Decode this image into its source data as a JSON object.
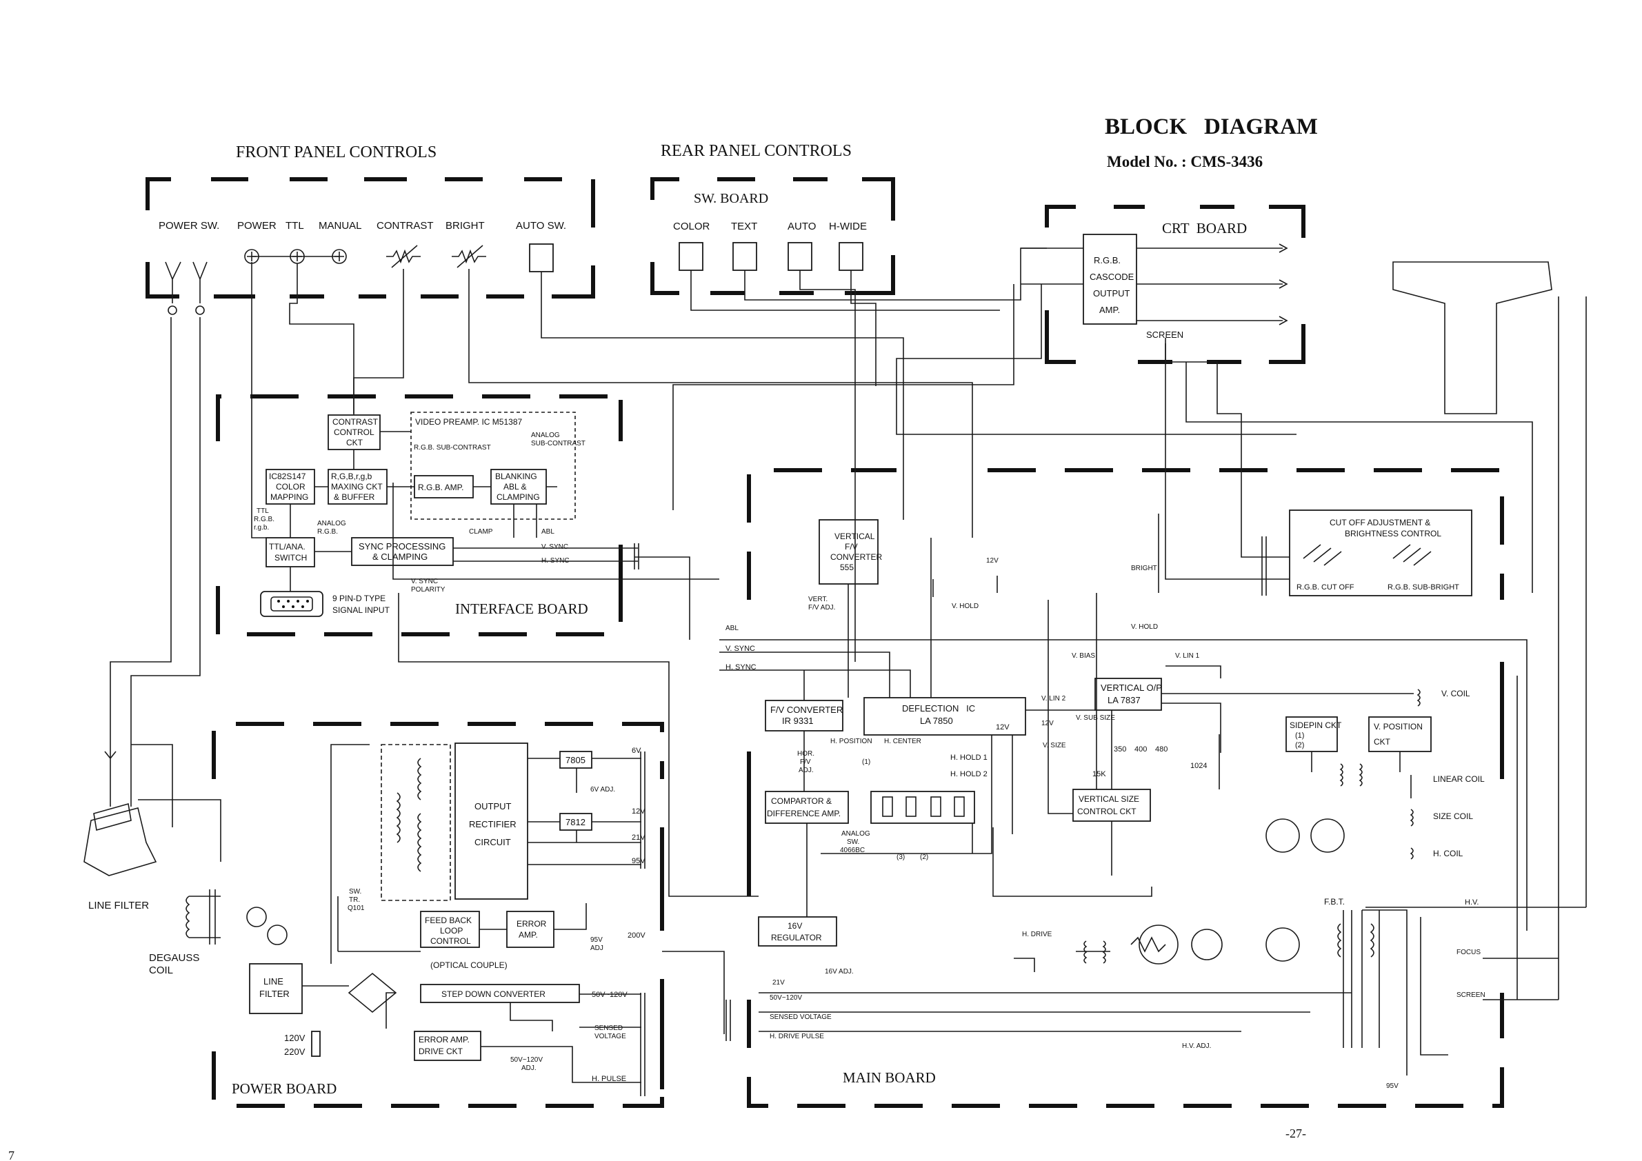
{
  "header": {
    "title": "BLOCK   DIAGRAM",
    "model": "Model No. : CMS-3436",
    "page_number": "-27-",
    "corner_mark": "7"
  },
  "front_panel": {
    "title": "FRONT PANEL CONTROLS",
    "labels": [
      "POWER SW.",
      "POWER",
      "TTL",
      "MANUAL",
      "CONTRAST",
      "BRIGHT",
      "AUTO SW."
    ]
  },
  "rear_panel": {
    "title": "REAR PANEL CONTROLS",
    "board": "SW. BOARD",
    "labels": [
      "COLOR",
      "TEXT",
      "AUTO",
      "H-WIDE"
    ]
  },
  "crt_board": {
    "title": "CRT  BOARD",
    "amp": [
      "R.G.B.",
      "CASCODE",
      "OUTPUT",
      "AMP."
    ],
    "screen": "SCREEN"
  },
  "interface_board": {
    "title": "INTERFACE BOARD",
    "contrast_ckt": [
      "CONTRAST",
      "CONTROL",
      "CKT"
    ],
    "preamp": "VIDEO PREAMP. IC M51387",
    "analog_sub": [
      "ANALOG",
      "SUB-CONTRAST"
    ],
    "rgb_sub": "R.G.B. SUB-CONTRAST",
    "color_map": [
      "IC82S147",
      "COLOR",
      "MAPPING"
    ],
    "maxing": [
      "R,G,B,r,g,b",
      "MAXING CKT",
      "& BUFFER"
    ],
    "rgb_amp": "R.G.B. AMP.",
    "blanking": [
      "BLANKING",
      "ABL &",
      "CLAMPING"
    ],
    "ttl_rgb": [
      "TTL",
      "R.G.B.",
      "r.g.b."
    ],
    "analog_rgb": [
      "ANALOG",
      "R.G.B."
    ],
    "clamp": "CLAMP",
    "abl": "ABL",
    "ttl_switch": [
      "TTL/ANA.",
      "SWITCH"
    ],
    "sync_proc": [
      "SYNC PROCESSING",
      "& CLAMPING"
    ],
    "v_sync": "V. SYNC",
    "h_sync": "H. SYNC",
    "v_sync_pol": [
      "V. SYNC",
      "POLARITY"
    ],
    "signal_input": [
      "9 PIN-D TYPE",
      "SIGNAL INPUT"
    ]
  },
  "power_board": {
    "title": "POWER BOARD",
    "line_filter_label": "LINE FILTER",
    "degauss": [
      "DEGAUSS",
      "COIL"
    ],
    "line_filter_box": [
      "LINE",
      "FILTER"
    ],
    "v120": "120V",
    "v220": "220V",
    "rectifier": [
      "OUTPUT",
      "RECTIFIER",
      "CIRCUIT"
    ],
    "reg7805": "7805",
    "reg7812": "7812",
    "v6": "6V",
    "v6adj": "6V ADJ.",
    "v12": "12V",
    "v21": "21V",
    "v95": "95V",
    "v200": "200V",
    "v95adj": [
      "95V",
      "ADJ"
    ],
    "sw_tr": [
      "SW.",
      "TR.",
      "Q101"
    ],
    "feedback": [
      "FEED BACK",
      "LOOP",
      "CONTROL"
    ],
    "error_amp": [
      "ERROR",
      "AMP."
    ],
    "optical": "(OPTICAL COUPLE)",
    "step_down": "STEP DOWN CONVERTER",
    "v50_120": "50V~120V",
    "sensed": [
      "SENSED",
      "VOLTAGE"
    ],
    "error_drive": [
      "ERROR AMP.",
      "DRIVE CKT"
    ],
    "v50_120_adj": [
      "50V~120V",
      "ADJ."
    ],
    "h_pulse": "H. PULSE"
  },
  "main_board": {
    "title": "MAIN BOARD",
    "vert_fv": [
      "VERTICAL",
      "F/V",
      "CONVERTER",
      "555"
    ],
    "vert_fv_adj": [
      "VERT.",
      "F/V ADJ."
    ],
    "v12": "12V",
    "v_hold": "V. HOLD",
    "v_hold_bus": "V. HOLD",
    "abl": "ABL",
    "v_sync": "V. SYNC",
    "h_sync": "H. SYNC",
    "bright": "BRIGHT",
    "cutoff": [
      "CUT OFF ADJUSTMENT &",
      "BRIGHTNESS CONTROL"
    ],
    "cutoff_labels": [
      "R.G.B. CUT OFF",
      "R.G.B. SUB-BRIGHT"
    ],
    "fv_conv": [
      "F/V CONVERTER",
      "IR 9331"
    ],
    "deflection": [
      "DEFLECTION   IC",
      "LA 7850"
    ],
    "defl_12v": "12V",
    "h_position": "H. POSITION",
    "h_center": "H. CENTER",
    "hor_fv": [
      "HOR.",
      "F/V",
      "ADJ."
    ],
    "h_hold1": "H. HOLD 1",
    "h_hold2": "H. HOLD 2",
    "p1": "(1)",
    "p2": "(2)",
    "p3": "(3)",
    "comparator": [
      "COMPARTOR &",
      "DIFFERENCE AMP."
    ],
    "analog_sw": [
      "ANALOG",
      "SW.",
      "4066BC"
    ],
    "v_bias": "V. BIAS",
    "v_lin1": "V. LIN 1",
    "v_lin2": "V. LIN 2",
    "vert_op": [
      "VERTICAL O/P",
      "LA 7837"
    ],
    "v_sub_size": "V. SUB SIZE",
    "v12b": "12V",
    "v_size": "V. SIZE",
    "sizes": [
      "350",
      "400",
      "480"
    ],
    "s1024": "1024",
    "s15k": "15K",
    "vsize_ckt": [
      "VERTICAL SIZE",
      "CONTROL CKT"
    ],
    "v_coil": "V. COIL",
    "sidepin": [
      "SIDEPIN CKT",
      "(1)",
      "(2)"
    ],
    "v_position": [
      "V. POSITION",
      "CKT"
    ],
    "linear_coil": "LINEAR COIL",
    "size_coil": "SIZE COIL",
    "h_coil": "H. COIL",
    "reg16": [
      "16V",
      "REGULATOR"
    ],
    "v21": "21V",
    "v16adj": "16V ADJ.",
    "v50_120": "50V~120V",
    "sensed_voltage": "SENSED VOLTAGE",
    "h_drive_pulse": "H. DRIVE PULSE",
    "h_drive": "H. DRIVE",
    "hv_adj": "H.V. ADJ.",
    "fbt": "F.B.T.",
    "hv": "H.V.",
    "focus": "FOCUS",
    "screen": "SCREEN",
    "v95": "95V"
  }
}
